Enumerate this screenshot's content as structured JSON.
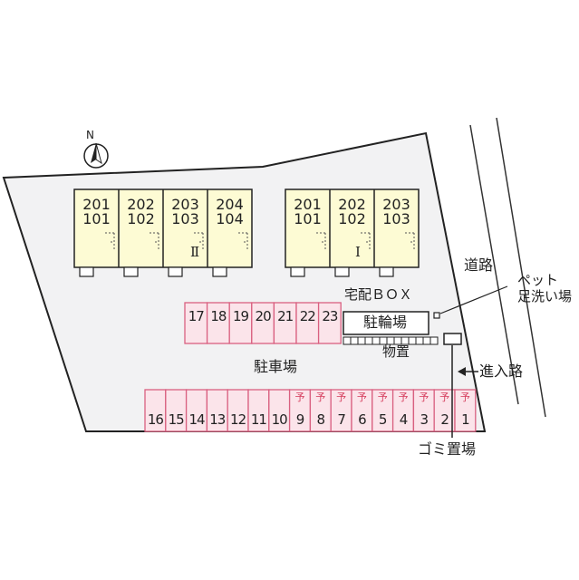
{
  "compass": {
    "label": "N"
  },
  "buildings": [
    {
      "roman": "Ⅱ",
      "units": [
        {
          "top": "201",
          "bottom": "101"
        },
        {
          "top": "202",
          "bottom": "102"
        },
        {
          "top": "203",
          "bottom": "103"
        },
        {
          "top": "204",
          "bottom": "104"
        }
      ]
    },
    {
      "roman": "Ⅰ",
      "units": [
        {
          "top": "201",
          "bottom": "101"
        },
        {
          "top": "202",
          "bottom": "102"
        },
        {
          "top": "203",
          "bottom": "103"
        }
      ]
    }
  ],
  "parking_upper": [
    "17",
    "18",
    "19",
    "20",
    "21",
    "22",
    "23"
  ],
  "parking_lower": [
    {
      "num": "16",
      "reserved": false
    },
    {
      "num": "15",
      "reserved": false
    },
    {
      "num": "14",
      "reserved": false
    },
    {
      "num": "13",
      "reserved": false
    },
    {
      "num": "12",
      "reserved": false
    },
    {
      "num": "11",
      "reserved": false
    },
    {
      "num": "10",
      "reserved": false
    },
    {
      "num": "9",
      "reserved": true
    },
    {
      "num": "8",
      "reserved": true
    },
    {
      "num": "7",
      "reserved": true
    },
    {
      "num": "6",
      "reserved": true
    },
    {
      "num": "5",
      "reserved": true
    },
    {
      "num": "4",
      "reserved": true
    },
    {
      "num": "3",
      "reserved": true
    },
    {
      "num": "2",
      "reserved": true
    },
    {
      "num": "1",
      "reserved": true
    }
  ],
  "reserved_mark": "予",
  "labels": {
    "delivery_box": "宅配ＢＯＸ",
    "bicycle_parking": "駐輪場",
    "storage": "物置",
    "parking": "駐車場",
    "road": "道路",
    "pet_wash_line1": "ペット",
    "pet_wash_line2": "足洗い場",
    "entrance": "進入路",
    "garbage": "ゴミ置場"
  },
  "colors": {
    "lot": "#f2f2f3",
    "building": "#fdfbd4",
    "parking_fill": "#fbe4ea",
    "parking_border": "#d96080",
    "line": "#222222"
  }
}
